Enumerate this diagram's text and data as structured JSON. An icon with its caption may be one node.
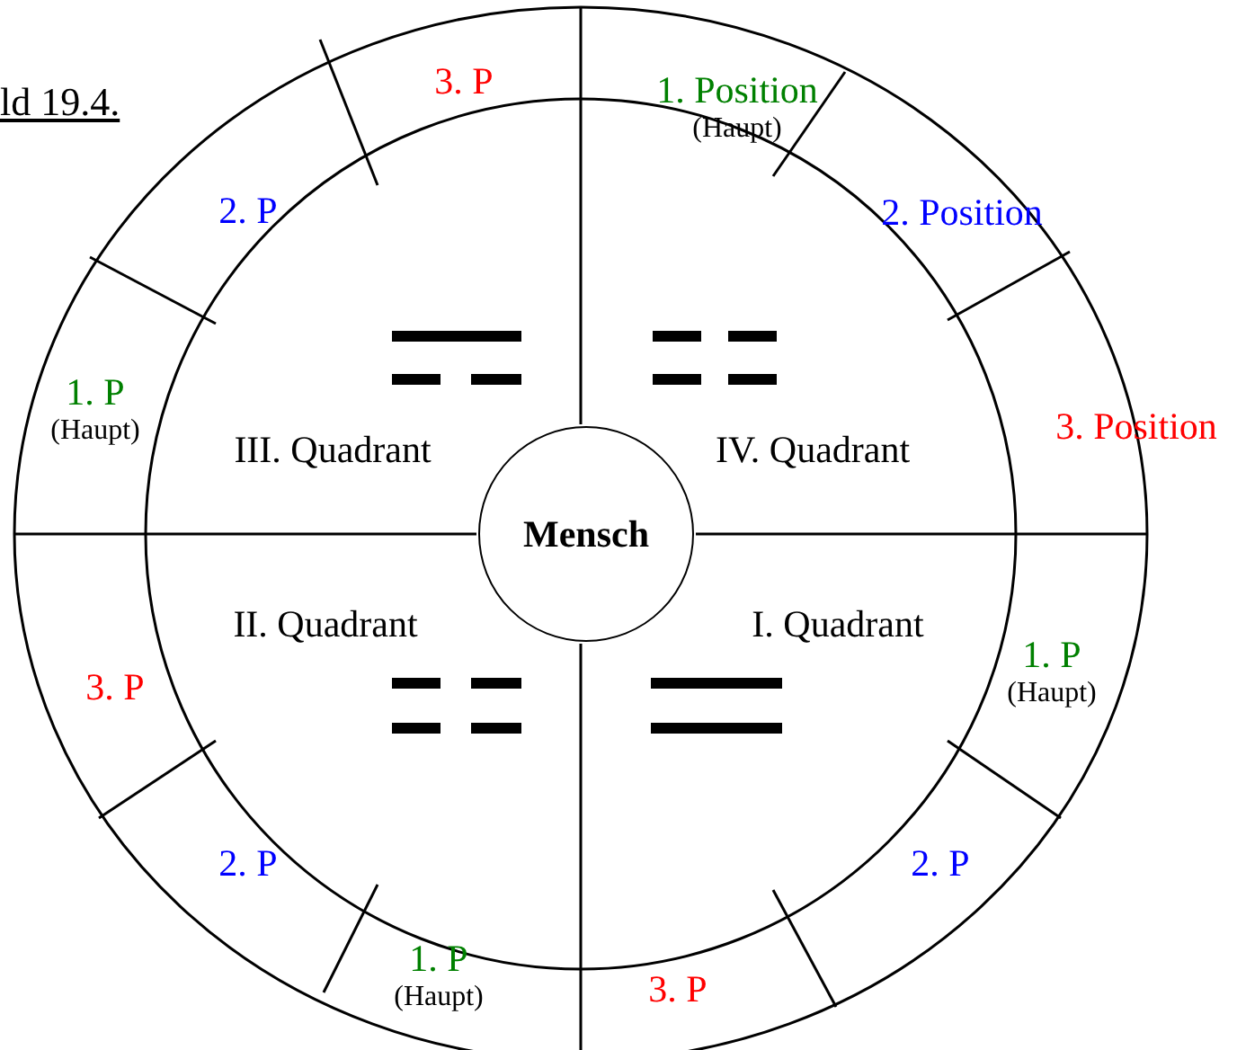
{
  "diagram": {
    "title": "ld 19.4.",
    "nodes": [
      {
        "text": [
          "Mensch"
        ]
      },
      {
        "text": [
          "III. Quadrant"
        ]
      },
      {
        "text": [
          "IV. Quadrant"
        ]
      },
      {
        "text": [
          "II. Quadrant"
        ]
      },
      {
        "text": [
          "I. Quadrant"
        ]
      },
      {
        "text": [
          "3. P"
        ]
      },
      {
        "text": [
          "1. Position",
          "(Haupt)"
        ]
      },
      {
        "text": [
          "2. P"
        ]
      },
      {
        "text": [
          "2. Position"
        ]
      },
      {
        "text": [
          "1. P",
          "(Haupt)"
        ]
      },
      {
        "text": [
          "3. Position"
        ]
      },
      {
        "text": [
          "3. P"
        ]
      },
      {
        "text": [
          "1. P",
          "(Haupt)"
        ]
      },
      {
        "text": [
          "2. P"
        ]
      },
      {
        "text": [
          "2. P"
        ]
      },
      {
        "text": [
          "1. P",
          "(Haupt)"
        ]
      },
      {
        "text": [
          "3. P"
        ]
      }
    ],
    "edges": []
  }
}
